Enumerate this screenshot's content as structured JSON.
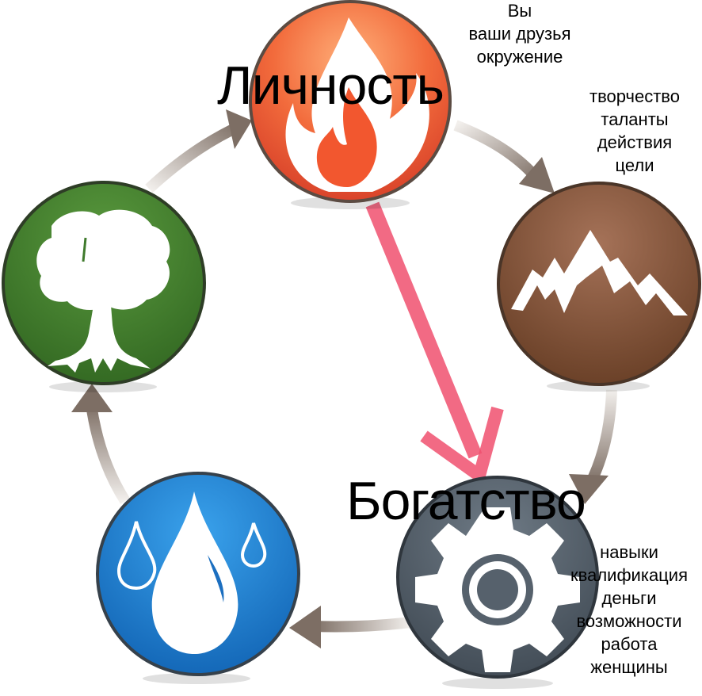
{
  "labels": {
    "fire": "Личность",
    "metal": "Богатство"
  },
  "notes": {
    "top": [
      "Вы",
      "ваши друзья",
      "окружение"
    ],
    "right": [
      "творчество",
      "таланты",
      "действия",
      "цели"
    ],
    "bottom_right": [
      "навыки",
      "квалификация",
      "деньги",
      "возможности",
      "работа",
      "женщины"
    ]
  },
  "elements": [
    {
      "name": "fire",
      "icon": "flame-icon",
      "color": "#e8603a"
    },
    {
      "name": "earth",
      "icon": "mountain-icon",
      "color": "#7a4f36"
    },
    {
      "name": "metal",
      "icon": "gear-icon",
      "color": "#4f5b66"
    },
    {
      "name": "water",
      "icon": "water-drops-icon",
      "color": "#1c78c8"
    },
    {
      "name": "wood",
      "icon": "tree-icon",
      "color": "#3f7a2c"
    }
  ],
  "colors": {
    "cycle_arrow": "#8a7e76",
    "highlight_arrow": "#f0506e"
  }
}
